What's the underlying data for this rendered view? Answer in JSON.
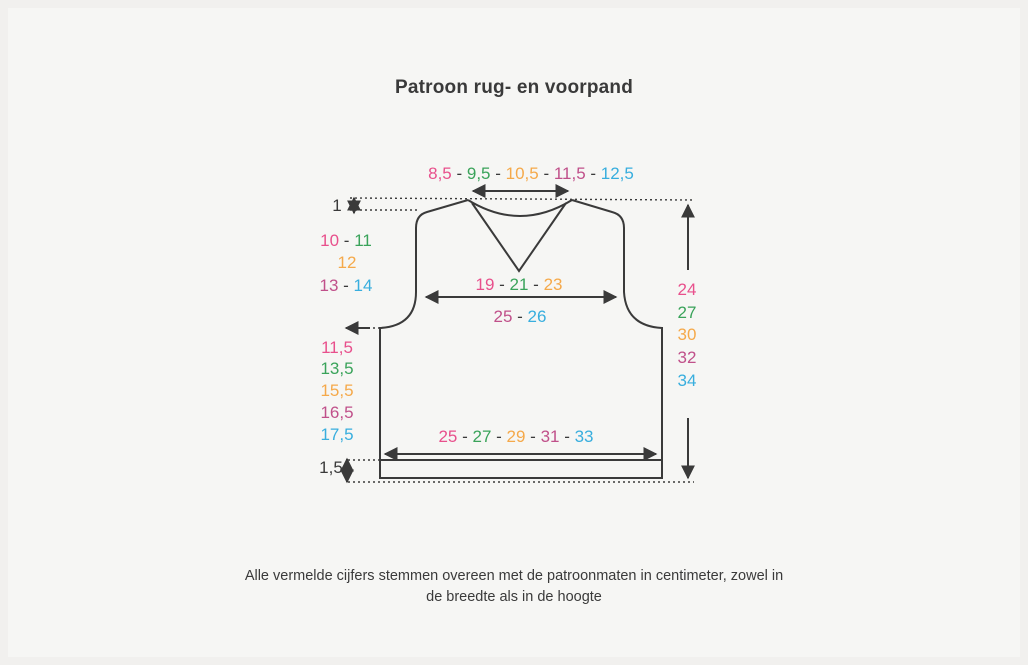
{
  "title": "Patroon rug- en voorpand",
  "colors": {
    "size1": "#e8508c",
    "size2": "#3aa35a",
    "size3": "#f5a94a",
    "size4": "#c0508a",
    "size5": "#38aede",
    "line": "#3a3a3a"
  },
  "measurements": {
    "neck_width": [
      "8,5",
      "9,5",
      "10,5",
      "11,5",
      "12,5"
    ],
    "shoulder_drop": "1",
    "armhole_height": [
      "10",
      "11",
      "12",
      "13",
      "14"
    ],
    "chest_width": [
      "19",
      "21",
      "23",
      "25",
      "26"
    ],
    "lower_body_height": [
      "11,5",
      "13,5",
      "15,5",
      "16,5",
      "17,5"
    ],
    "bottom_width": [
      "25",
      "27",
      "29",
      "31",
      "33"
    ],
    "rib_height": "1,5",
    "total_height": [
      "24",
      "27",
      "30",
      "32",
      "34"
    ]
  },
  "caption": {
    "line1": "Alle vermelde cijfers stemmen overeen met de patroonmaten in centimeter, zowel in",
    "line2": "de breedte als in de hoogte"
  }
}
